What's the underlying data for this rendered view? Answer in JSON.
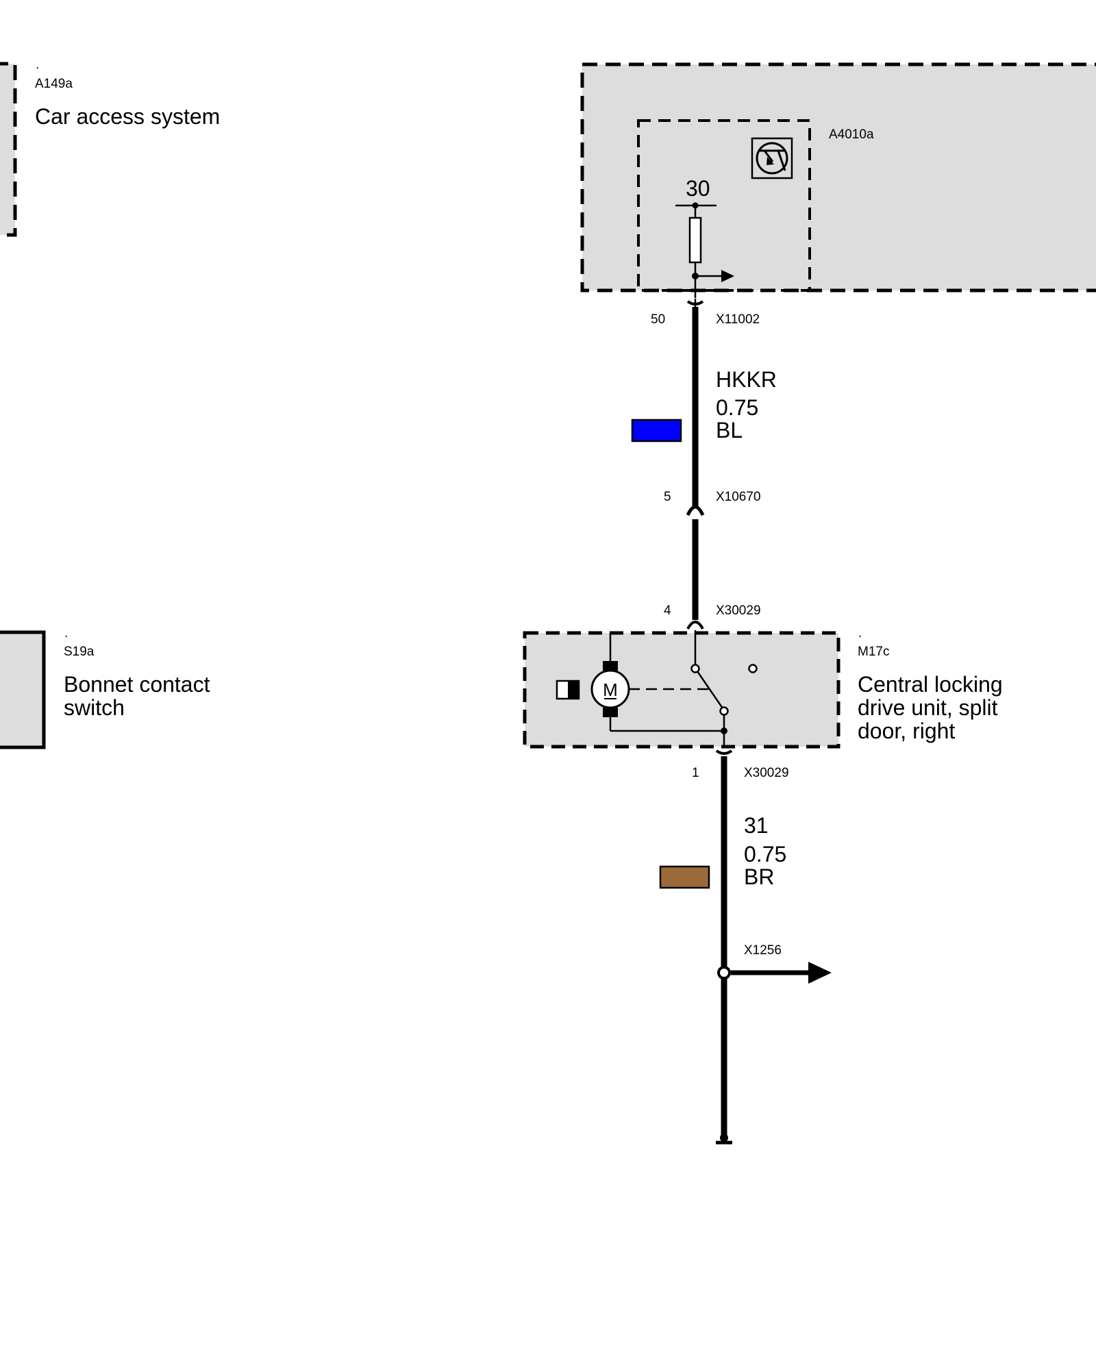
{
  "components": {
    "a149a": {
      "dot": ".",
      "id": "A149a",
      "name": "Car access system"
    },
    "a4010a": {
      "id": "A4010a",
      "terminal": "30"
    },
    "s19a": {
      "dot": ".",
      "id": "S19a",
      "name_line1": "Bonnet contact",
      "name_line2": "switch"
    },
    "m17c": {
      "dot": ".",
      "id": "M17c",
      "name_line1": "Central locking",
      "name_line2": "drive unit, split",
      "name_line3": "door, right",
      "motor_symbol": "M"
    }
  },
  "connectors": {
    "x11002": {
      "pin": "50",
      "id": "X11002"
    },
    "x10670": {
      "pin": "5",
      "id": "X10670"
    },
    "x30029_top": {
      "pin": "4",
      "id": "X30029"
    },
    "x30029_bottom": {
      "pin": "1",
      "id": "X30029"
    },
    "x1256": {
      "id": "X1256"
    }
  },
  "wires": {
    "upper": {
      "name": "HKKR",
      "gauge": "0.75",
      "color_code": "BL",
      "swatch": "#0000ff"
    },
    "lower": {
      "name": "31",
      "gauge": "0.75",
      "color_code": "BR",
      "swatch": "#9b6a3a"
    }
  },
  "colors": {
    "module_fill": "#dddddd",
    "line": "#000000"
  },
  "icons": [
    "transistor-icon",
    "fuse-icon",
    "motor-icon",
    "ground-icon",
    "arrow-right-icon",
    "switch-icon"
  ]
}
